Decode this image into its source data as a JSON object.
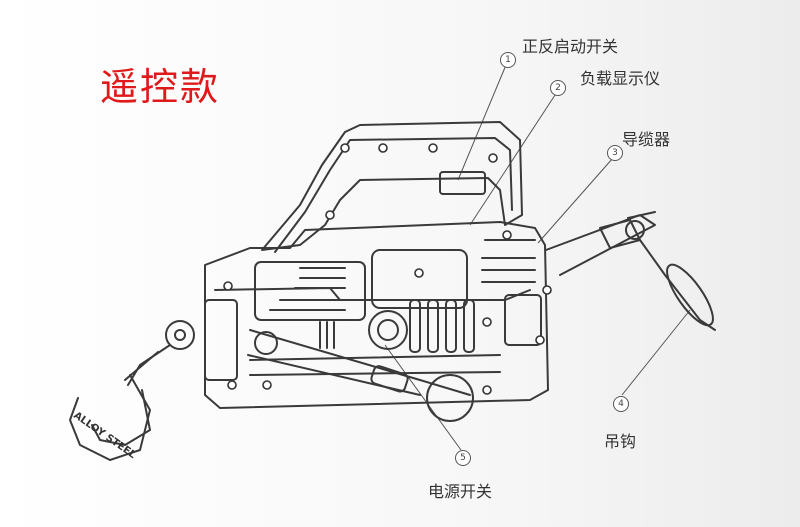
{
  "title": "遥控款",
  "callouts": [
    {
      "number": "1",
      "label": "正反启动开关"
    },
    {
      "number": "2",
      "label": "负载显示仪"
    },
    {
      "number": "3",
      "label": "导缆器"
    },
    {
      "number": "4",
      "label": "吊钩"
    },
    {
      "number": "5",
      "label": "电源开关"
    }
  ],
  "hook_text": "ALLOY STEEL",
  "colors": {
    "title": "#e0191b",
    "line": "#3a3a3a"
  }
}
